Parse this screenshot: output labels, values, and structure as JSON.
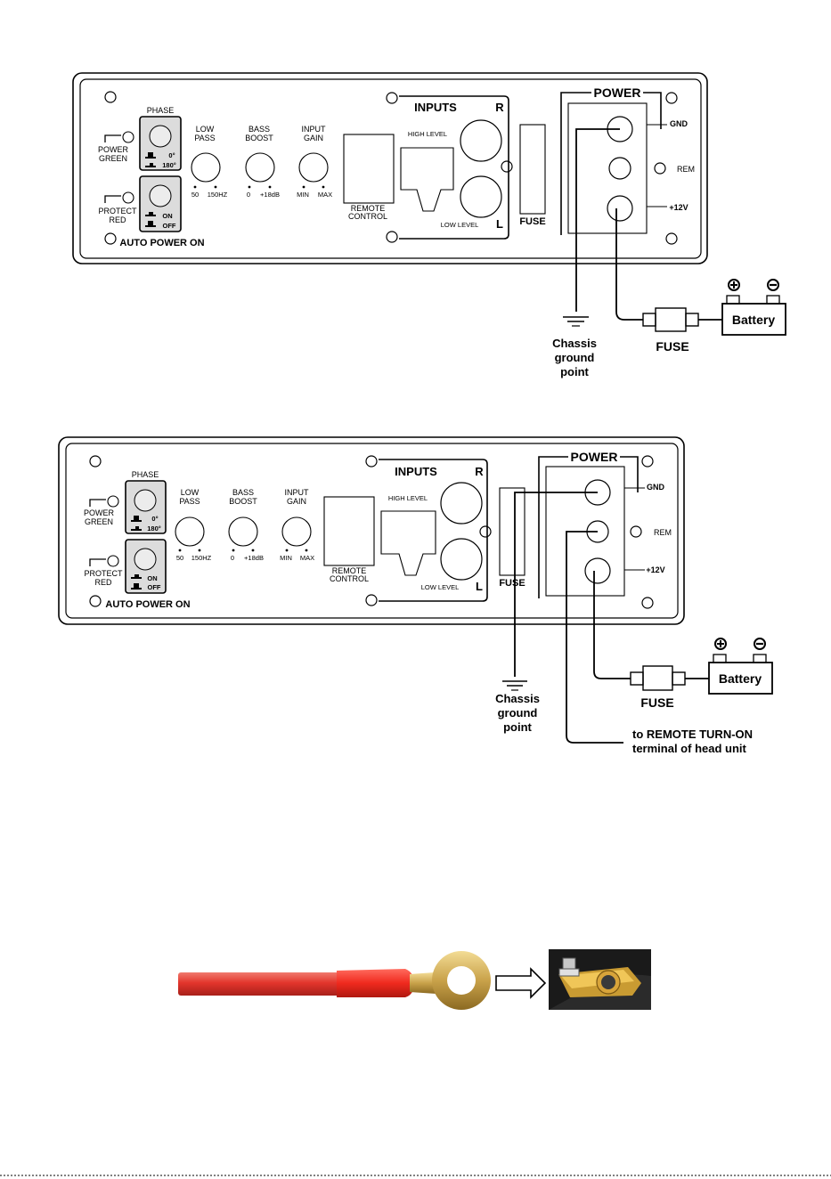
{
  "diagram1": {
    "phase": "PHASE",
    "power_green_1": "POWER",
    "power_green_2": "GREEN",
    "protect_red_1": "PROTECT",
    "protect_red_2": "RED",
    "phase_0": "0°",
    "phase_180": "180°",
    "apo_on": "ON",
    "apo_off": "OFF",
    "auto_power_on": "AUTO POWER ON",
    "low_pass_1": "LOW",
    "low_pass_2": "PASS",
    "low_pass_min": "50",
    "low_pass_max": "150HZ",
    "bass_boost_1": "BASS",
    "bass_boost_2": "BOOST",
    "bass_min": "0",
    "bass_max": "+18dB",
    "input_gain_1": "INPUT",
    "input_gain_2": "GAIN",
    "gain_min": "MIN",
    "gain_max": "MAX",
    "remote_control_1": "REMOTE",
    "remote_control_2": "CONTROL",
    "inputs": "INPUTS",
    "high_level": "HIGH LEVEL",
    "low_level": "LOW LEVEL",
    "right": "R",
    "left": "L",
    "fuse_panel": "FUSE",
    "power": "POWER",
    "gnd": "GND",
    "rem": "REM",
    "plus12v": "+12V",
    "battery": "Battery",
    "fuse_inline": "FUSE",
    "chassis_1": "Chassis",
    "chassis_2": "ground",
    "chassis_3": "point"
  },
  "diagram2": {
    "phase": "PHASE",
    "power_green_1": "POWER",
    "power_green_2": "GREEN",
    "protect_red_1": "PROTECT",
    "protect_red_2": "RED",
    "phase_0": "0°",
    "phase_180": "180°",
    "apo_on": "ON",
    "apo_off": "OFF",
    "auto_power_on": "AUTO POWER ON",
    "low_pass_1": "LOW",
    "low_pass_2": "PASS",
    "low_pass_min": "50",
    "low_pass_max": "150HZ",
    "bass_boost_1": "BASS",
    "bass_boost_2": "BOOST",
    "bass_min": "0",
    "bass_max": "+18dB",
    "input_gain_1": "INPUT",
    "input_gain_2": "GAIN",
    "gain_min": "MIN",
    "gain_max": "MAX",
    "remote_control_1": "REMOTE",
    "remote_control_2": "CONTROL",
    "inputs": "INPUTS",
    "high_level": "HIGH LEVEL",
    "low_level": "LOW LEVEL",
    "right": "R",
    "left": "L",
    "fuse_panel": "FUSE",
    "power": "POWER",
    "gnd": "GND",
    "rem": "REM",
    "plus12v": "+12V",
    "battery": "Battery",
    "fuse_inline": "FUSE",
    "chassis_1": "Chassis",
    "chassis_2": "ground",
    "chassis_3": "point",
    "remote_turn_on_1": "to REMOTE TURN-ON",
    "remote_turn_on_2": "terminal of head unit"
  },
  "colors": {
    "wire_red": "#e3352c",
    "ring_gold": "#d8b45a",
    "terminal_bg": "#2a2a2a"
  }
}
